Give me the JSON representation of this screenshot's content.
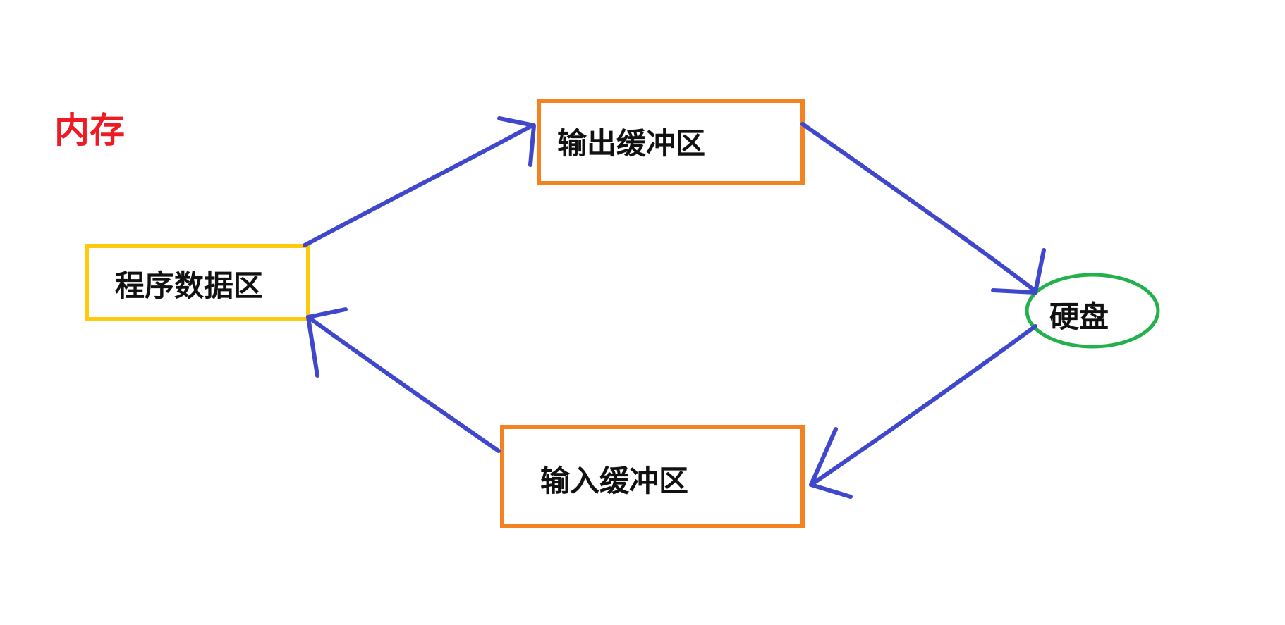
{
  "memory_label": {
    "text": "内存",
    "color": "#ED1C24"
  },
  "nodes": {
    "program_data": {
      "text": "程序数据区",
      "border_color": "#FFC90E"
    },
    "output_buffer": {
      "text": "输出缓冲区",
      "border_color": "#F58220"
    },
    "input_buffer": {
      "text": "输入缓冲区",
      "border_color": "#F58220"
    },
    "disk": {
      "text": "硬盘",
      "border_color": "#22B14C"
    }
  },
  "arrow_color": "#3F48CC",
  "edges": [
    {
      "from": "程序数据区",
      "to": "输出缓冲区"
    },
    {
      "from": "输出缓冲区",
      "to": "硬盘"
    },
    {
      "from": "硬盘",
      "to": "输入缓冲区"
    },
    {
      "from": "输入缓冲区",
      "to": "程序数据区"
    }
  ]
}
